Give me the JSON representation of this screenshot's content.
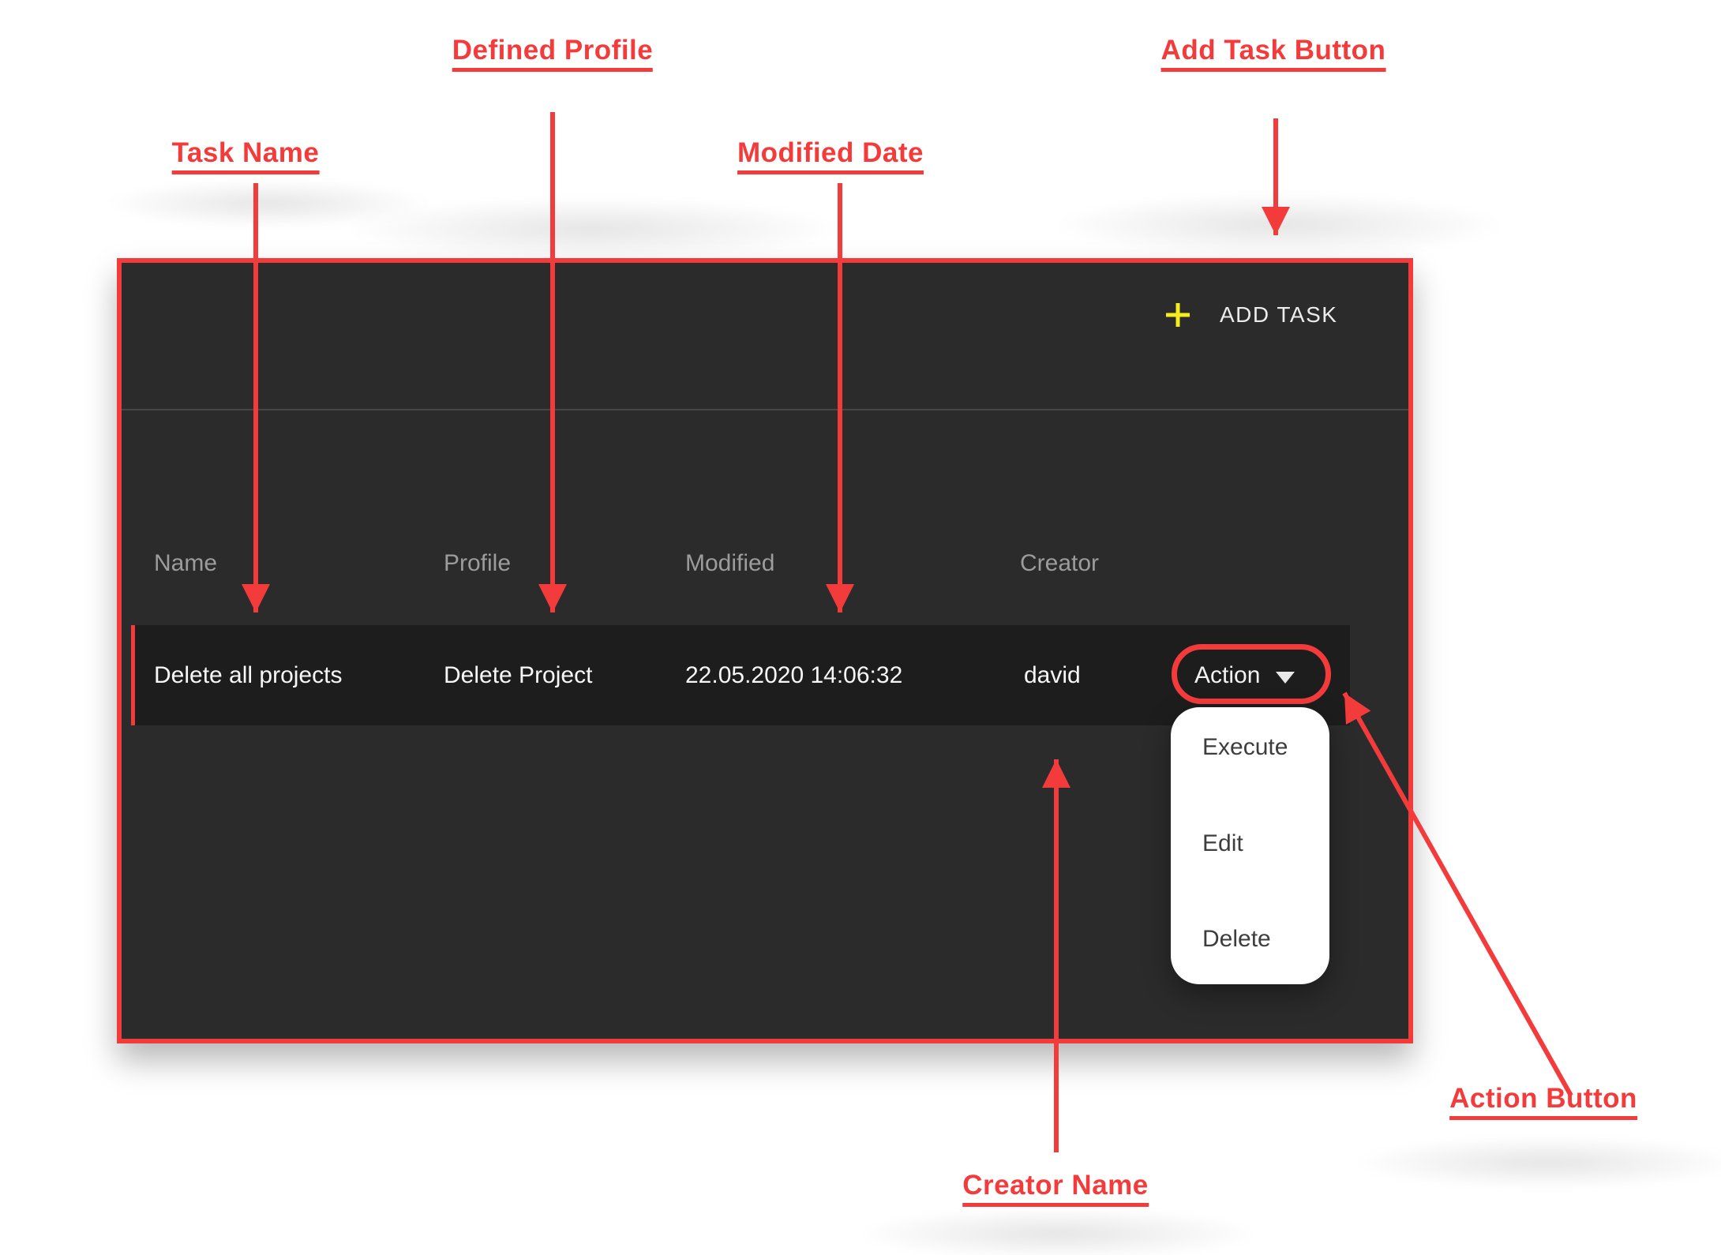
{
  "annotations": {
    "accent_color": "#f43b3b",
    "labels": {
      "task_name": "Task Name",
      "defined_profile": "Defined Profile",
      "modified_date": "Modified Date",
      "add_task_button": "Add Task Button",
      "creator_name": "Creator Name",
      "action_button": "Action Button"
    }
  },
  "panel": {
    "colors": {
      "background": "#2b2b2b",
      "row_background": "#1d1d1d",
      "border": "#f43b3b",
      "plus_icon": "#f6ed1f"
    },
    "toolbar": {
      "add_task_label": "ADD TASK"
    },
    "table": {
      "headers": {
        "name": "Name",
        "profile": "Profile",
        "modified": "Modified",
        "creator": "Creator"
      },
      "row": {
        "name": "Delete all projects",
        "profile": "Delete Project",
        "modified": "22.05.2020 14:06:32",
        "creator": "david",
        "action_label": "Action"
      }
    },
    "action_menu": {
      "items": [
        "Execute",
        "Edit",
        "Delete"
      ]
    }
  }
}
